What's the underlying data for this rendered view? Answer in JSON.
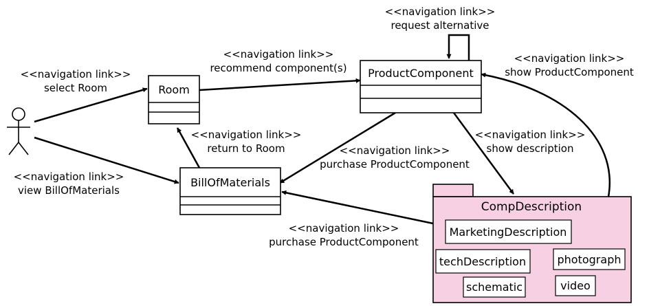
{
  "colors": {
    "package_fill": "#f7d0e3",
    "line": "#000000",
    "background": "#ffffff"
  },
  "actor": {
    "icon": "stick-figure-icon"
  },
  "classes": {
    "room": "Room",
    "product_component": "ProductComponent",
    "bill_of_materials": "BillOfMaterials"
  },
  "package": {
    "name": "CompDescription",
    "items": {
      "marketing": "MarketingDescription",
      "tech": "techDescription",
      "photograph": "photograph",
      "schematic": "schematic",
      "video": "video"
    }
  },
  "labels": {
    "stereotype": "<<navigation link>>",
    "request_alternative": "request alternative",
    "select_room": "select Room",
    "recommend_component": "recommend component(s)",
    "show_product_component": "show ProductComponent",
    "return_to_room": "return to Room",
    "show_description": "show description",
    "purchase_product_component": "purchase ProductComponent",
    "view_bill_of_materials": "view BillOfMaterials"
  }
}
